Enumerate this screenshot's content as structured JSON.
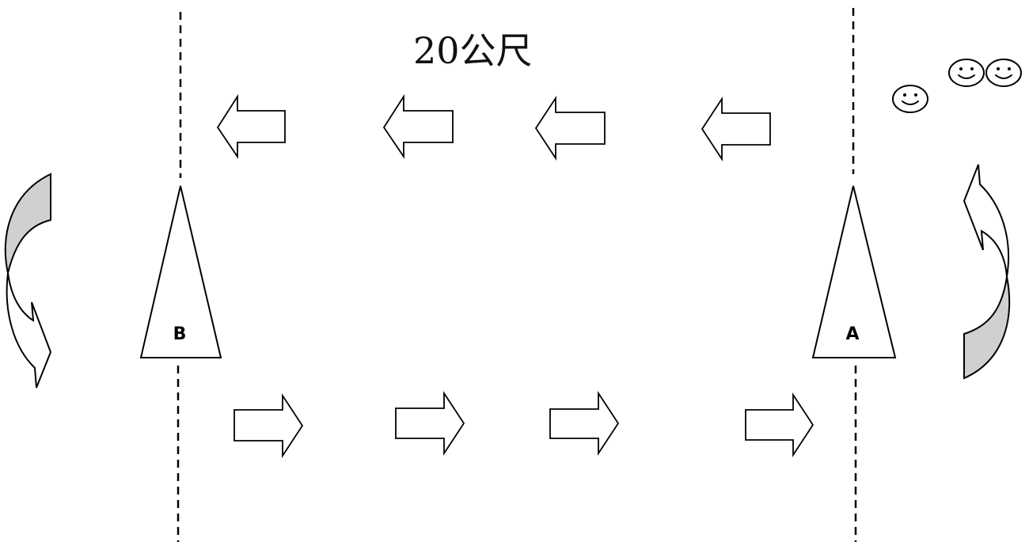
{
  "distance_label": "20公尺",
  "cones": [
    {
      "label": "B"
    },
    {
      "label": "A"
    }
  ],
  "colors": {
    "line": "#000000",
    "turn_shade": "#d0d0d0",
    "background": "#ffffff"
  },
  "icons": {
    "runner": "smiley-face-icon",
    "arrow_left": "arrow-left-icon",
    "arrow_right": "arrow-right-icon",
    "turn": "curved-turn-arrow-icon"
  },
  "runner_count": 3,
  "left_arrow_count": 4,
  "right_arrow_count": 4
}
